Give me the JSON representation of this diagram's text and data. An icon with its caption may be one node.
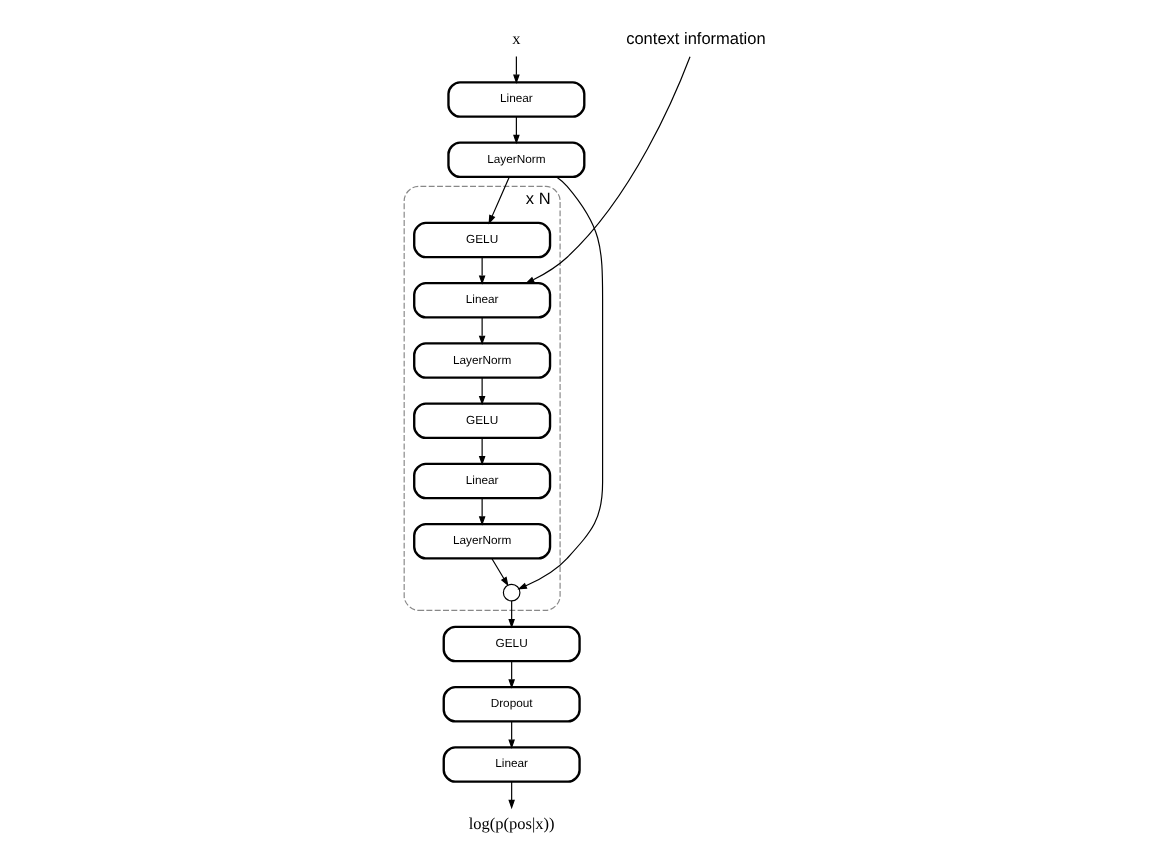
{
  "diagram": {
    "nodes": [
      {
        "text": [
          "x"
        ]
      },
      {
        "text": [
          "Linear"
        ]
      },
      {
        "text": [
          "LayerNorm"
        ]
      },
      {
        "text": [],
        "shape": "box",
        "beside": [
          "x N"
        ]
      },
      {
        "text": [
          "GELU"
        ],
        "in": 3
      },
      {
        "text": [
          "Linear"
        ],
        "in": 3
      },
      {
        "text": [
          "LayerNorm"
        ],
        "in": 3
      },
      {
        "text": [
          "GELU"
        ],
        "in": 3
      },
      {
        "text": [
          "Linear"
        ],
        "in": 3
      },
      {
        "text": [
          "LayerNorm"
        ],
        "in": 3
      },
      {
        "text": [],
        "shape": "circle",
        "in": 3
      },
      {
        "text": [
          "context information"
        ]
      },
      {
        "text": [
          "GELU"
        ]
      },
      {
        "text": [
          "Dropout"
        ]
      },
      {
        "text": [
          "Linear"
        ]
      },
      {
        "text": [
          "log(p(pos|x))"
        ]
      }
    ],
    "edges": [
      {
        "from": 0,
        "to": 1,
        "arrow": "to"
      },
      {
        "from": 1,
        "to": 2,
        "arrow": "to"
      },
      {
        "from": 2,
        "to": 4,
        "arrow": "to"
      },
      {
        "from": 2,
        "to": 10,
        "arrow": "to"
      },
      {
        "from": 4,
        "to": 5,
        "arrow": "to"
      },
      {
        "from": 11,
        "to": 5,
        "arrow": "to"
      },
      {
        "from": 5,
        "to": 6,
        "arrow": "to"
      },
      {
        "from": 6,
        "to": 7,
        "arrow": "to"
      },
      {
        "from": 7,
        "to": 8,
        "arrow": "to"
      },
      {
        "from": 8,
        "to": 9,
        "arrow": "to"
      },
      {
        "from": 9,
        "to": 10,
        "arrow": "to"
      },
      {
        "from": 10,
        "to": 12,
        "arrow": "to"
      },
      {
        "from": 12,
        "to": 13,
        "arrow": "to"
      },
      {
        "from": 13,
        "to": 14,
        "arrow": "to"
      },
      {
        "from": 14,
        "to": 15,
        "arrow": "to"
      }
    ]
  }
}
